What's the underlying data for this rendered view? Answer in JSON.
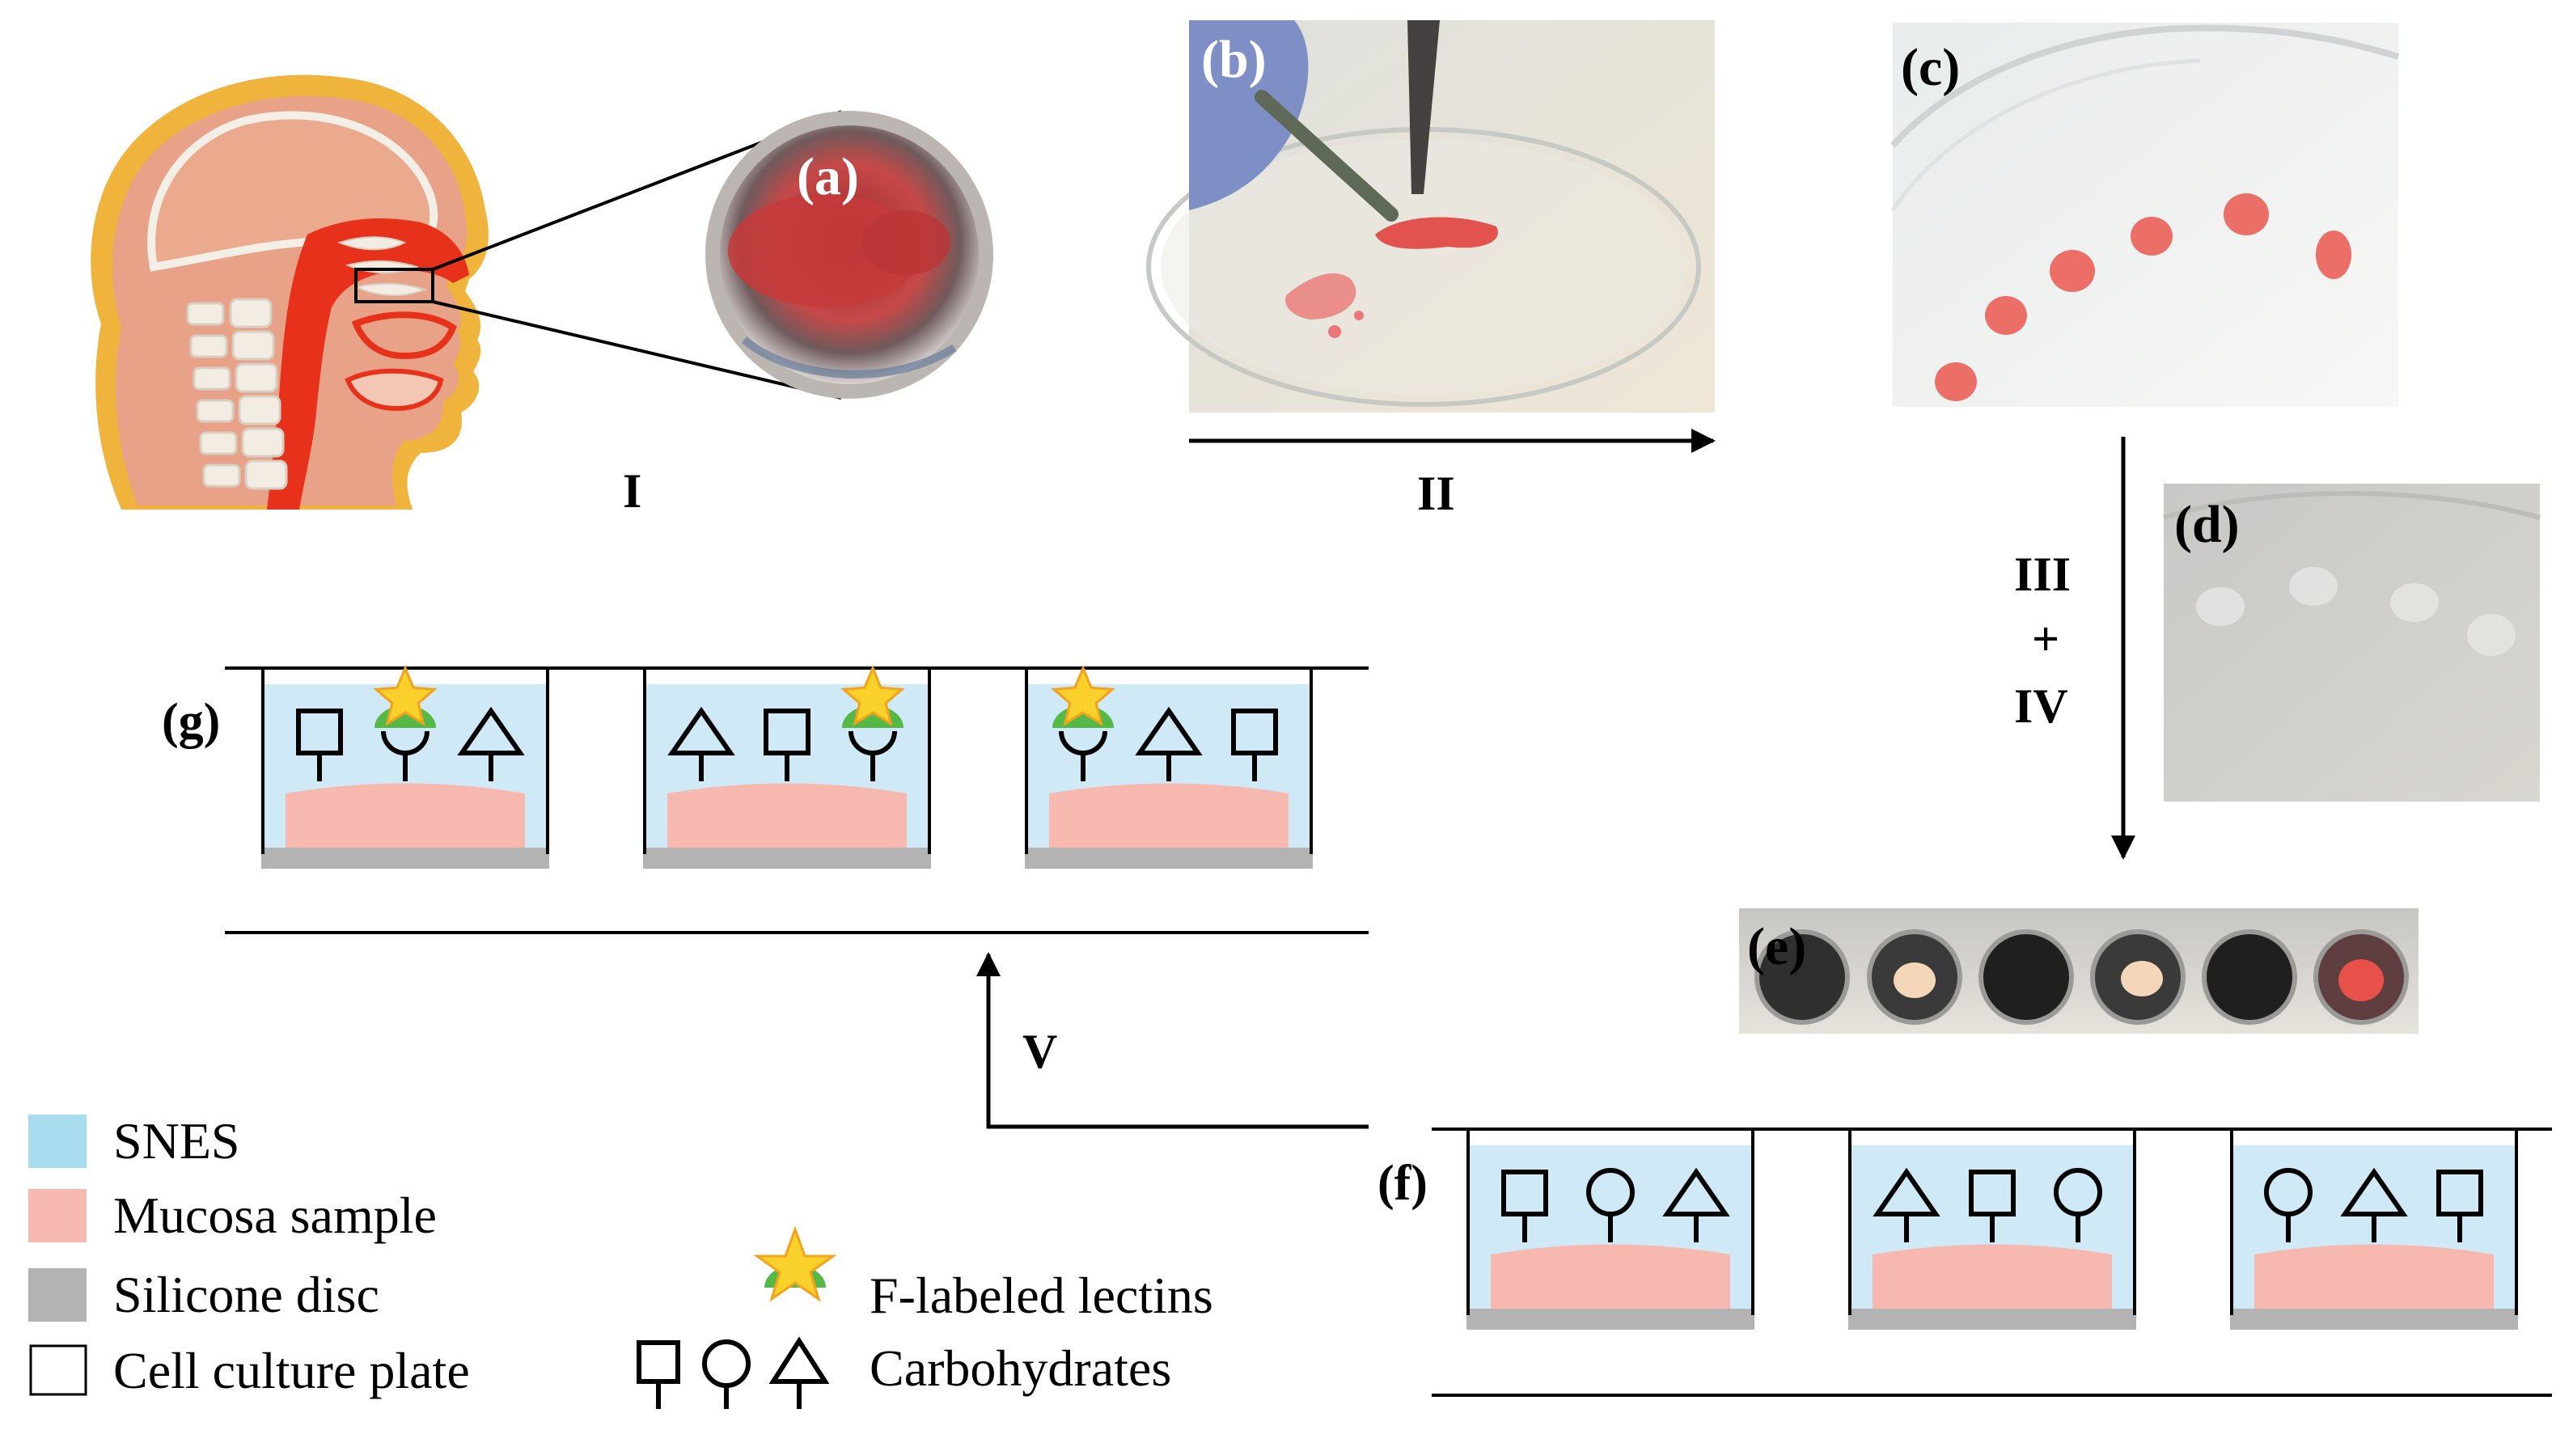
{
  "figure": {
    "photo_labels": {
      "a": "(a)",
      "b": "(b)",
      "c": "(c)",
      "d": "(d)",
      "e": "(e)"
    },
    "diagram_labels": {
      "f": "(f)",
      "g": "(g)"
    },
    "steps": {
      "I": "I",
      "II": "II",
      "III": "III",
      "plus": "+",
      "IV": "IV",
      "V": "V"
    },
    "legend": {
      "snes": "SNES",
      "mucosa": "Mucosa sample",
      "silicone": "Silicone disc",
      "plate": "Cell culture plate",
      "lectins": "F-labeled lectins",
      "carbohydrates": "Carbohydrates"
    },
    "colors": {
      "snes": "#cfe9f6",
      "mucosa": "#f7b8b0",
      "silicone": "#b3b3b3",
      "plate_border": "#000000",
      "star": "#f9d12a",
      "lectin": "#55b947",
      "head_skin": "#e8a287",
      "head_outline": "#f0b33c",
      "nasal_red": "#e8311b"
    },
    "well_carbohydrate_orders": {
      "f": [
        [
          "square",
          "circle",
          "triangle"
        ],
        [
          "triangle",
          "square",
          "circle"
        ],
        [
          "circle",
          "triangle",
          "square"
        ]
      ],
      "g": [
        [
          "square",
          "circle",
          "triangle"
        ],
        [
          "triangle",
          "square",
          "circle"
        ],
        [
          "circle",
          "triangle",
          "square"
        ]
      ],
      "g_lectin_bound": [
        "circle",
        "circle",
        "circle"
      ]
    }
  }
}
